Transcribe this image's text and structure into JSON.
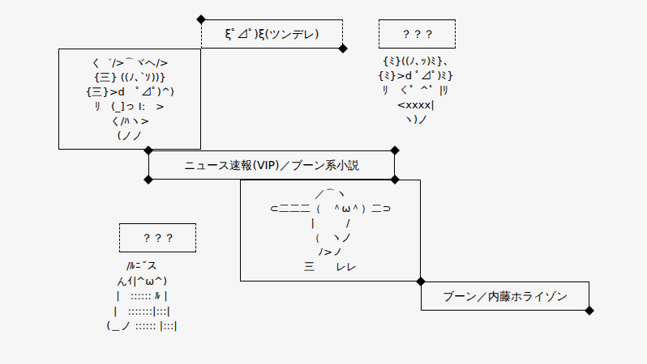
{
  "diagram": {
    "nodes": [
      {
        "text": [
          "ξﾟ⊿ﾟ)ξ(ツンデレ)"
        ]
      },
      {
        "text": [
          "？？？"
        ]
      },
      {
        "text": [
          "く゛/>⌒ヾヘ/>",
          "{三} ((ﾉ､`ｿ))}",
          "{三}>d　ﾟ⊿ﾟ)^)",
          "ﾘ　(_]っ I:　>",
          "く/ﾊヽ>",
          "(ノノ"
        ]
      },
      {
        "text": [
          "ニュース速報(VIP)／ブーン系小説"
        ]
      },
      {
        "text": [
          "／⌒ヽ",
          "⊂二二二（　＾ω＾）二⊃",
          "|　　　/",
          "（　ヽノ",
          "ﾉ>ノ",
          "三　　レレ"
        ]
      },
      {
        "text": [
          "？？？"
        ]
      },
      {
        "text": [
          "ブーン／内藤ホライゾン"
        ]
      }
    ],
    "labels": [
      "{ﾐ}((ﾉ､ｯ)ﾐ}､",
      "{ﾐ}>d ﾟ⊿ﾟ)ﾐ}",
      "ﾘ　く゜^゜|ﾘ",
      "<xxxx|",
      "ヽ)ノ",
      "/ﾙﾆ˝ス",
      "んｲ|^ω^)",
      "|　:::::: ﾙ |",
      "|　:::::::|:::|",
      "(＿ノ :::::: |:::|"
    ]
  }
}
